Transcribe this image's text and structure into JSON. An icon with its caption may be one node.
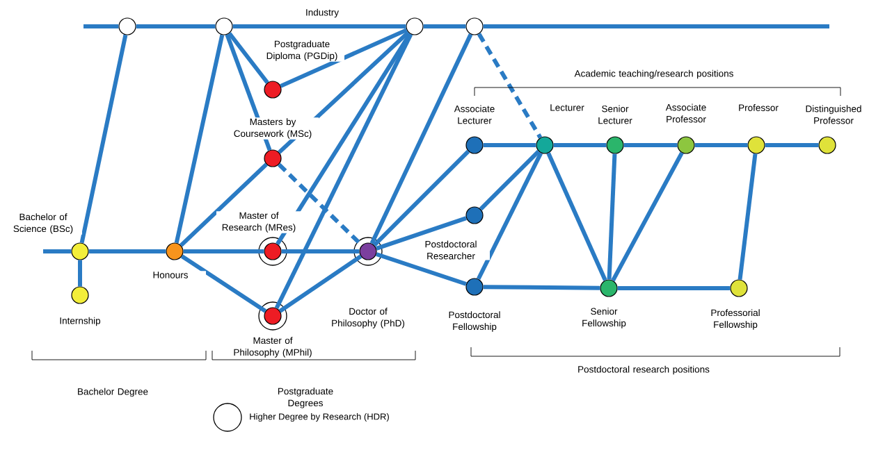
{
  "diagram": {
    "nodes": [
      {
        "text": [],
        "shape": "circle"
      },
      {
        "text": [],
        "shape": "circle"
      },
      {
        "text": [],
        "shape": "circle"
      },
      {
        "text": [],
        "shape": "circle"
      },
      {
        "text": [
          "Bachelor of Science (BSc)"
        ]
      },
      {
        "text": [
          "Internship"
        ]
      },
      {
        "text": [
          "Honours"
        ]
      },
      {
        "text": [
          "Postgraduate Diploma (PGDip)"
        ]
      },
      {
        "text": [
          "Masters by Coursework (MSc)"
        ]
      },
      {
        "text": [
          "Master of Research (MRes)"
        ]
      },
      {
        "text": [
          "Master of Philosophy (MPhil)"
        ]
      },
      {
        "text": [
          "Doctor of Philosophy (PhD)"
        ]
      },
      {
        "text": [
          "Associate Lecturer"
        ]
      },
      {
        "text": [
          "Postdoctoral Researcher"
        ]
      },
      {
        "text": [
          "Postdoctoral Fellowship"
        ]
      },
      {
        "text": [
          "Lecturer"
        ]
      },
      {
        "text": [
          "Senior Lecturer"
        ]
      },
      {
        "text": [
          "Associate Professor"
        ]
      },
      {
        "text": [
          "Professor"
        ]
      },
      {
        "text": [
          "Distinguished Professor"
        ]
      },
      {
        "text": [
          "Senior Fellowship"
        ]
      },
      {
        "text": [
          "Professorial Fellowship"
        ]
      }
    ],
    "edges": [
      {
        "from": null,
        "to": 0,
        "arrow": "none"
      },
      {
        "from": 0,
        "to": 1,
        "arrow": "none"
      },
      {
        "from": 1,
        "to": 2,
        "arrow": "none"
      },
      {
        "from": 2,
        "to": 3,
        "arrow": "none"
      },
      {
        "from": 3,
        "to": null,
        "arrow": "none"
      },
      {
        "from": 0,
        "to": 4,
        "arrow": "none"
      },
      {
        "from": 4,
        "to": 5,
        "arrow": "none"
      },
      {
        "from": null,
        "to": 4,
        "arrow": "none"
      },
      {
        "from": 4,
        "to": 6,
        "arrow": "none"
      },
      {
        "from": 6,
        "to": 9,
        "arrow": "none"
      },
      {
        "from": 9,
        "to": 11,
        "arrow": "none"
      },
      {
        "from": 1,
        "to": 6,
        "arrow": "none"
      },
      {
        "from": 1,
        "to": 7,
        "arrow": "none"
      },
      {
        "from": 1,
        "to": 8,
        "arrow": "none"
      },
      {
        "from": 7,
        "to": 2,
        "arrow": "none"
      },
      {
        "from": 2,
        "to": 8,
        "arrow": "none"
      },
      {
        "from": 2,
        "to": 9,
        "arrow": "none"
      },
      {
        "from": 2,
        "to": 10,
        "arrow": "none"
      },
      {
        "from": 6,
        "to": 8,
        "arrow": "none"
      },
      {
        "from": 6,
        "to": 10,
        "arrow": "none"
      },
      {
        "from": 8,
        "to": 11,
        "arrow": "none",
        "style": "dashed"
      },
      {
        "from": 10,
        "to": 11,
        "arrow": "none"
      },
      {
        "from": 3,
        "to": 11,
        "arrow": "none"
      },
      {
        "from": 3,
        "to": 15,
        "arrow": "none",
        "style": "dashed"
      },
      {
        "from": 11,
        "to": 12,
        "arrow": "none"
      },
      {
        "from": 11,
        "to": 13,
        "arrow": "none"
      },
      {
        "from": 11,
        "to": 14,
        "arrow": "none"
      },
      {
        "from": 12,
        "to": 15,
        "arrow": "none"
      },
      {
        "from": 15,
        "to": 16,
        "arrow": "none"
      },
      {
        "from": 16,
        "to": 17,
        "arrow": "none"
      },
      {
        "from": 17,
        "to": 18,
        "arrow": "none"
      },
      {
        "from": 18,
        "to": 19,
        "arrow": "none"
      },
      {
        "from": 15,
        "to": 13,
        "arrow": "none"
      },
      {
        "from": 15,
        "to": 14,
        "arrow": "none"
      },
      {
        "from": 15,
        "to": 20,
        "arrow": "none"
      },
      {
        "from": 16,
        "to": 20,
        "arrow": "none"
      },
      {
        "from": 17,
        "to": 20,
        "arrow": "none"
      },
      {
        "from": 18,
        "to": 21,
        "arrow": "none"
      },
      {
        "from": 14,
        "to": 20,
        "arrow": "none"
      },
      {
        "from": 20,
        "to": 21,
        "arrow": "none"
      }
    ],
    "labels": [
      "Industry",
      "Academic teaching/research positions",
      "Bachelor Degree",
      "Postgraduate Degrees",
      "Postdoctoral research positions"
    ],
    "legend": [
      {
        "text": "Higher Degree by Research (HDR)"
      }
    ]
  }
}
